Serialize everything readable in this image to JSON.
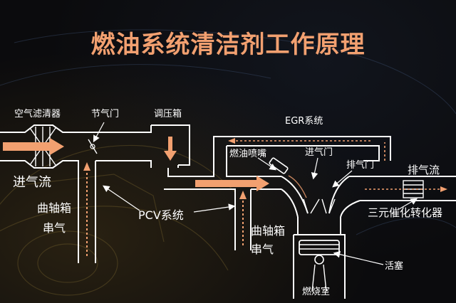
{
  "title": "燃油系统清洁剂工作原理",
  "labels": {
    "air_filter": "空气滤清器",
    "throttle": "节气门",
    "pressure_box": "调压箱",
    "egr_system": "EGR系统",
    "fuel_injector": "燃油喷嘴",
    "intake_valve": "进气门",
    "exhaust_valve": "排气门",
    "exhaust_flow": "排气流",
    "intake_flow": "进气流",
    "crankcase_left_1": "曲轴箱",
    "crankcase_left_2": "串气",
    "pcv_system": "PCV系统",
    "crankcase_mid_1": "曲轴箱",
    "crankcase_mid_2": "串气",
    "catalytic_converter": "三元催化转化器",
    "piston": "活塞",
    "combustion_chamber": "燃烧室"
  },
  "colors": {
    "flow_arrow": "#f2a070",
    "title": "#f2a070",
    "line": "#ffffff",
    "background": "#0b0b0d"
  }
}
